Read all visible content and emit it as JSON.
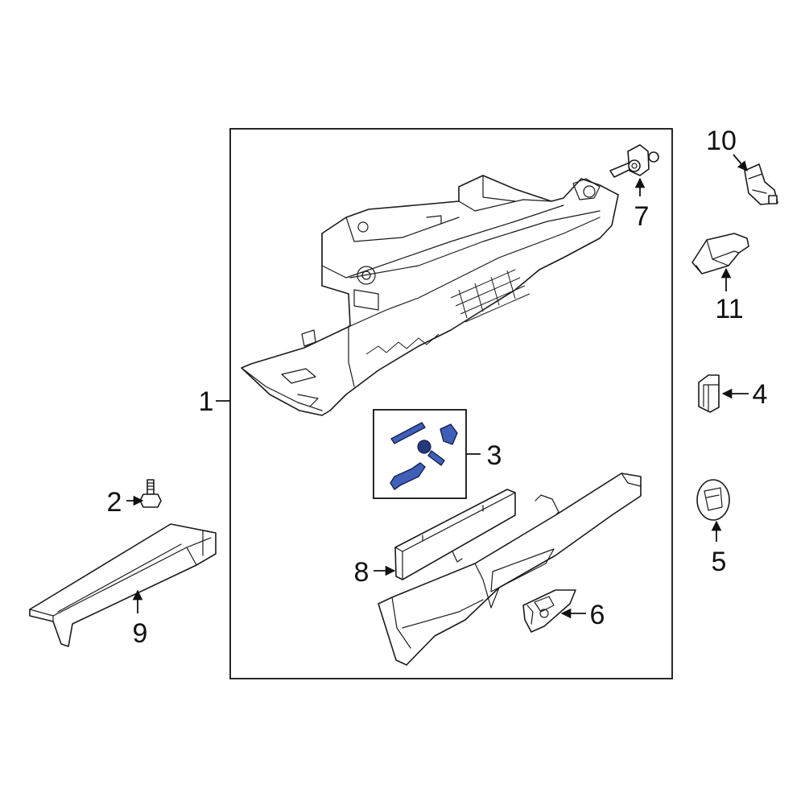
{
  "diagram": {
    "callouts": [
      {
        "id": "1",
        "label": "1"
      },
      {
        "id": "2",
        "label": "2"
      },
      {
        "id": "3",
        "label": "3"
      },
      {
        "id": "4",
        "label": "4"
      },
      {
        "id": "5",
        "label": "5"
      },
      {
        "id": "6",
        "label": "6"
      },
      {
        "id": "7",
        "label": "7"
      },
      {
        "id": "8",
        "label": "8"
      },
      {
        "id": "9",
        "label": "9"
      },
      {
        "id": "10",
        "label": "10"
      },
      {
        "id": "11",
        "label": "11"
      }
    ],
    "highlight_color": "#3f5fb8",
    "line_color": "#1a1a1a",
    "background_color": "#ffffff"
  }
}
